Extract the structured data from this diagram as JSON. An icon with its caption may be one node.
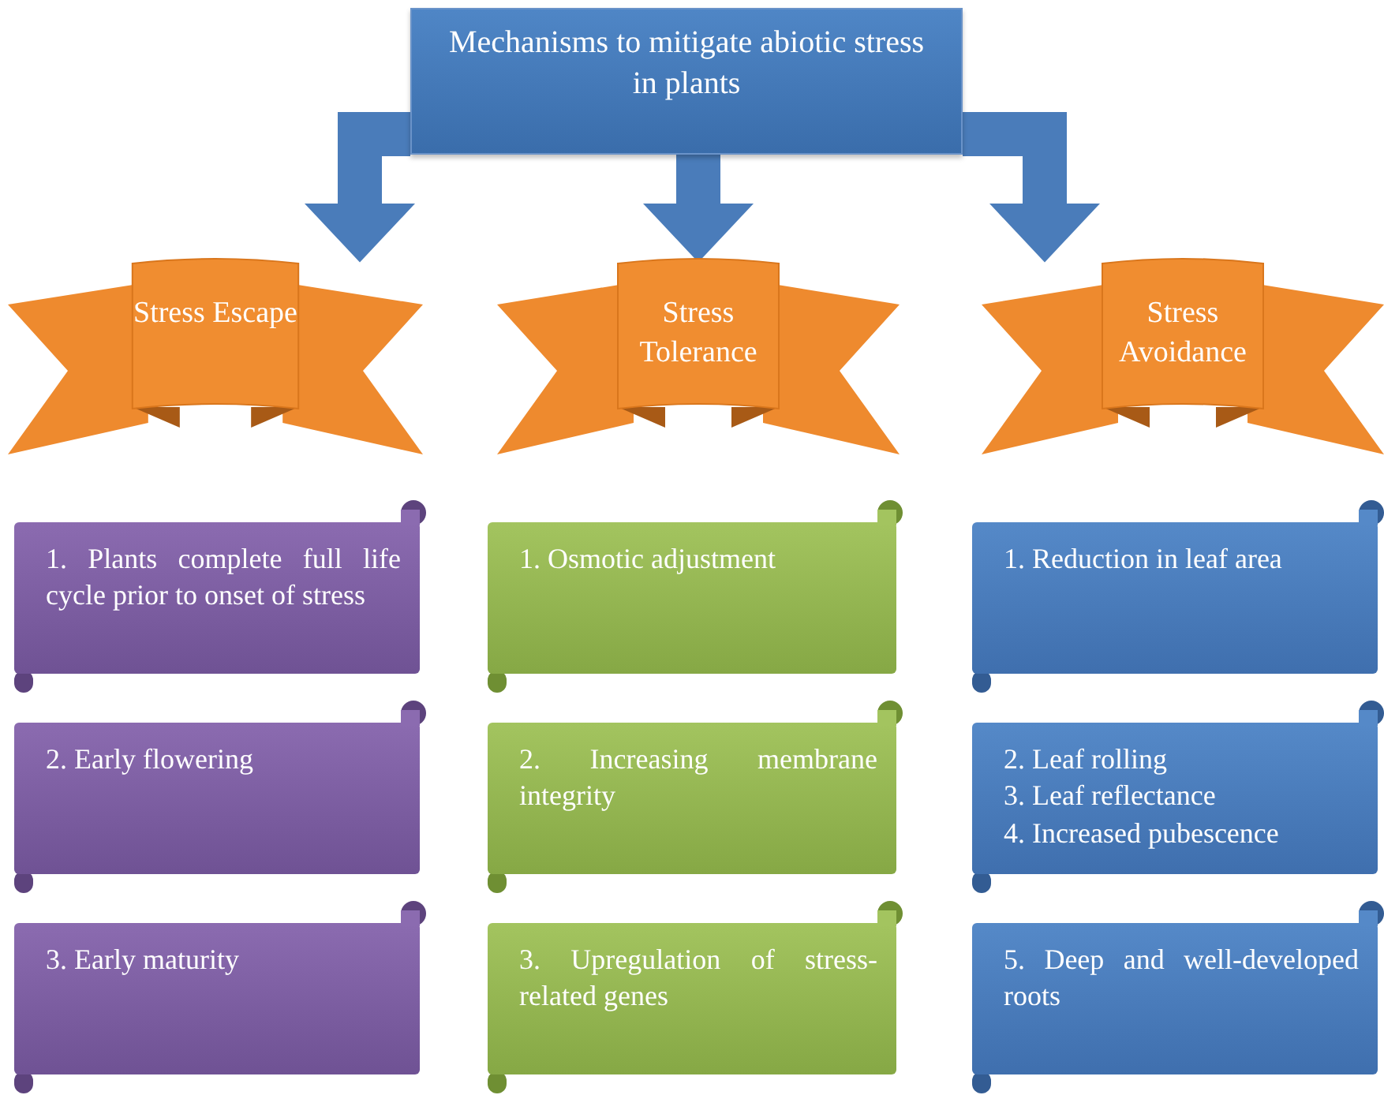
{
  "diagram": {
    "nodes": [
      {
        "text": [
          "Mechanisms to mitigate abiotic stress in plants"
        ]
      },
      {
        "text": [
          "Stress Escape"
        ]
      },
      {
        "text": [
          "Stress Tolerance"
        ]
      },
      {
        "text": [
          "Stress Avoidance"
        ]
      },
      {
        "text": [
          "1. Plants complete full life cycle prior to onset of stress"
        ]
      },
      {
        "text": [
          "2. Early flowering"
        ]
      },
      {
        "text": [
          "3. Early maturity"
        ]
      },
      {
        "text": [
          "1. Osmotic adjustment"
        ]
      },
      {
        "text": [
          "2. Increasing membrane integrity"
        ]
      },
      {
        "text": [
          "3. Upregulation of stress-related genes"
        ]
      },
      {
        "text": [
          "1. Reduction in leaf area"
        ]
      },
      {
        "text": [
          "2. Leaf rolling",
          "3. Leaf reflectance",
          "4. Increased pubescence"
        ]
      },
      {
        "text": [
          "5. Deep and well-developed roots"
        ]
      }
    ],
    "edges": [
      {
        "from": 0,
        "to": 1,
        "arrow": "to"
      },
      {
        "from": 0,
        "to": 2,
        "arrow": "to"
      },
      {
        "from": 0,
        "to": 3,
        "arrow": "to"
      }
    ]
  }
}
